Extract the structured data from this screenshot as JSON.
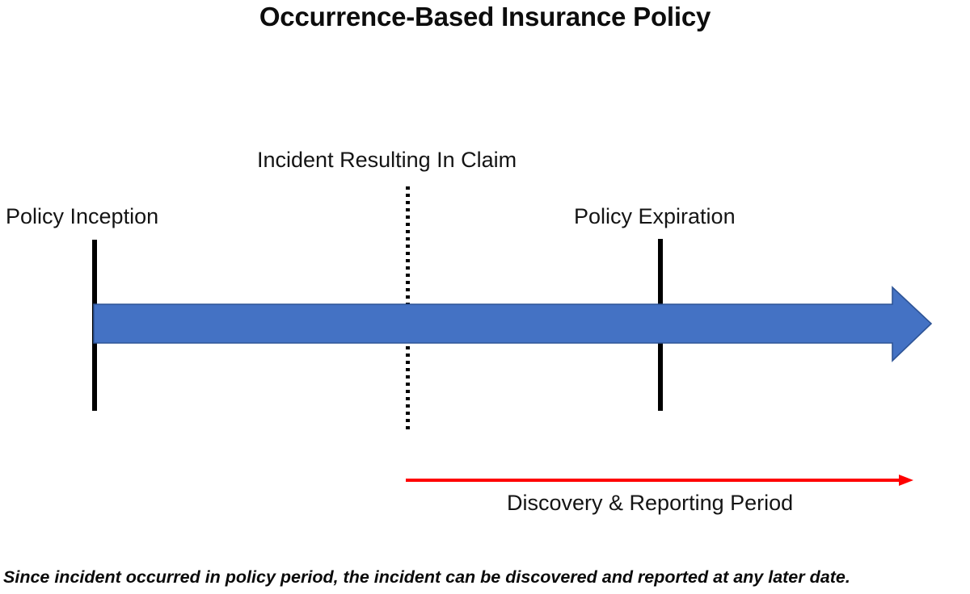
{
  "diagram": {
    "title": "Occurrence-Based Insurance Policy",
    "caption": "Since incident occurred in policy period, the incident can be discovered and reported at any later date.",
    "labels": {
      "incident": "Incident Resulting In Claim",
      "policy_inception": "Policy Inception",
      "policy_expiration": "Policy Expiration",
      "discovery": "Discovery & Reporting Period"
    },
    "colors": {
      "policy_bar": "#4472C4",
      "policy_bar_outline": "#2E5496",
      "discovery_arrow": "#FF0000",
      "marker_line": "#000000",
      "incident_line": "#000000",
      "background": "#FFFFFF",
      "text": "#000000"
    },
    "markers": [
      {
        "name": "policy-inception-marker",
        "style": "solid-vertical-line",
        "label": "Policy Inception"
      },
      {
        "name": "incident-marker",
        "style": "dotted-vertical-line",
        "label": "Incident Resulting In Claim"
      },
      {
        "name": "policy-expiration-marker",
        "style": "solid-vertical-line",
        "label": "Policy Expiration"
      }
    ],
    "arrows": [
      {
        "name": "policy-period-arrow",
        "color": "#4472C4",
        "direction": "right",
        "meaning": "Policy period timeline"
      },
      {
        "name": "discovery-period-arrow",
        "color": "#FF0000",
        "direction": "right",
        "meaning": "Discovery & Reporting Period"
      }
    ]
  }
}
